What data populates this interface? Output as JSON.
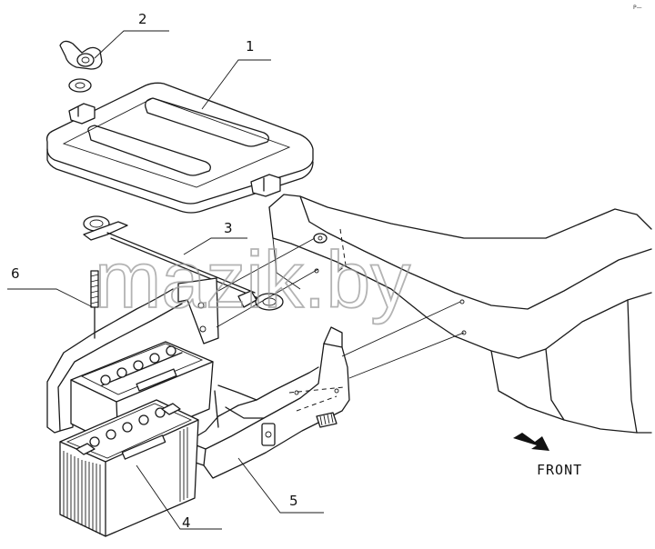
{
  "diagram": {
    "watermark": "mazik.by",
    "front_label": "FRONT",
    "corner_mark": "P—",
    "callouts": [
      {
        "number": "1",
        "part": "battery-cover"
      },
      {
        "number": "2",
        "part": "wing-nut"
      },
      {
        "number": "3",
        "part": "hold-down-rod"
      },
      {
        "number": "4",
        "part": "battery"
      },
      {
        "number": "5",
        "part": "battery-tray"
      },
      {
        "number": "6",
        "part": "j-bolt"
      }
    ]
  }
}
